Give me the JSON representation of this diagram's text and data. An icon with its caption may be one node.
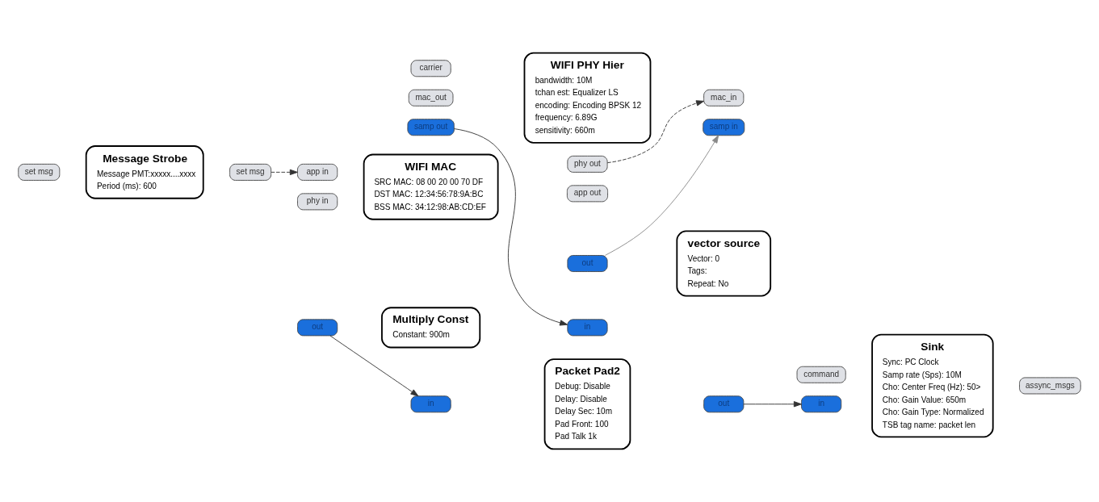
{
  "diagram": {
    "nodes": [
      {
        "text": [
          "set msg"
        ]
      },
      {
        "text": [
          "Message Strobe",
          "Message PMT:xxxxx....xxxx",
          "Period (ms): 600"
        ]
      },
      {
        "text": [
          "set msg"
        ]
      },
      {
        "text": [
          "app in"
        ]
      },
      {
        "text": [
          "WIFI MAC",
          "SRC MAC: 08 00 20 00 70 DF",
          "DST MAC: 12:34:56:78:9A:BC",
          "BSS MAC: 34:12:98:AB:CD:EF"
        ]
      },
      {
        "text": [
          "app out"
        ]
      },
      {
        "text": [
          "phy in"
        ]
      },
      {
        "text": [
          "phy out"
        ]
      },
      {
        "text": [
          "samp out"
        ]
      },
      {
        "text": [
          "WIFI PHY Hier",
          "bandwidth: 10M",
          "tchan est: Equalizer LS",
          "encoding: Encoding BPSK 12",
          "frequency: 6.89G",
          "sensitivity: 660m"
        ]
      },
      {
        "text": [
          "samp in"
        ]
      },
      {
        "text": [
          "carrier"
        ]
      },
      {
        "text": [
          "mac_out"
        ]
      },
      {
        "text": [
          "mac_in"
        ]
      },
      {
        "text": [
          "out"
        ]
      },
      {
        "text": [
          "vector source",
          "Vector: 0",
          "Tags:",
          "Repeat: No"
        ]
      },
      {
        "text": [
          "out"
        ]
      },
      {
        "text": [
          "Multiply Const",
          "Constant: 900m"
        ]
      },
      {
        "text": [
          "in"
        ]
      },
      {
        "text": [
          "in"
        ]
      },
      {
        "text": [
          "Packet Pad2",
          "Debug: Disable",
          "Delay: Disable",
          "Delay Sec: 10m",
          "Pad Front: 100",
          "Pad Talk 1k"
        ]
      },
      {
        "text": [
          "out"
        ]
      },
      {
        "text": [
          "command"
        ]
      },
      {
        "text": [
          "Sink",
          "Sync: PC Clock",
          "Samp rate (Sps): 10M",
          "Cho: Center Freq (Hz): 50>",
          "Cho: Gain Value: 650m",
          "Cho: Gain Type: Normalized",
          "TSB tag name: packet len"
        ]
      },
      {
        "text": [
          "assync_msgs"
        ]
      },
      {
        "text": [
          "in"
        ]
      }
    ],
    "edges": [
      {
        "from": 2,
        "to": 3,
        "arrow": "to",
        "style": "dashed"
      },
      {
        "from": 7,
        "to": 13,
        "arrow": "to",
        "style": "dashed"
      },
      {
        "from": 8,
        "to": 18,
        "arrow": "to"
      },
      {
        "from": 14,
        "to": 10,
        "arrow": "to",
        "color": "#888888"
      },
      {
        "from": 16,
        "to": 19,
        "arrow": "to"
      },
      {
        "from": 21,
        "to": 25,
        "arrow": "to"
      }
    ]
  }
}
